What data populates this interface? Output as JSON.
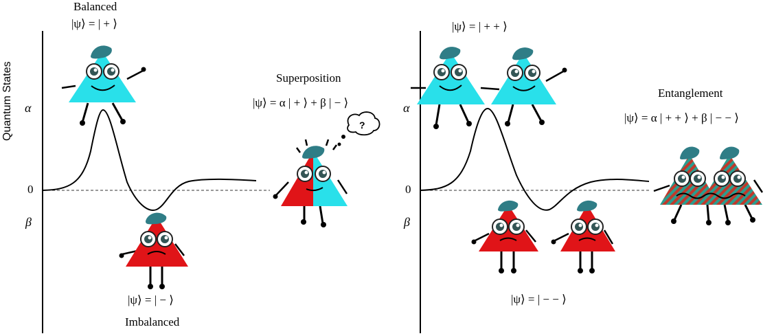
{
  "y_axis_label": "Quantum States",
  "tick_labels": {
    "alpha": "α",
    "zero": "0",
    "beta": "β"
  },
  "left_panel": {
    "balanced_title": "Balanced",
    "balanced_state": "|ψ⟩ = | + ⟩",
    "imbalanced_state": "|ψ⟩ = | − ⟩",
    "imbalanced_title": "Imbalanced",
    "superposition_title": "Superposition",
    "superposition_state": "|ψ⟩ = α | + ⟩ + β | − ⟩",
    "thought_glyph": "?"
  },
  "right_panel": {
    "plus_plus_state": "|ψ⟩ = | + + ⟩",
    "minus_minus_state": "|ψ⟩ = | − − ⟩",
    "entanglement_title": "Entanglement",
    "entanglement_state": "|ψ⟩ = α | + + ⟩ + β | − − ⟩"
  },
  "colors": {
    "balanced": "#29e0ea",
    "imbalanced": "#e01418",
    "entangled_stripe_a": "#c0392b",
    "entangled_stripe_b": "#2a9d8f",
    "hair": "#2f7d86"
  }
}
